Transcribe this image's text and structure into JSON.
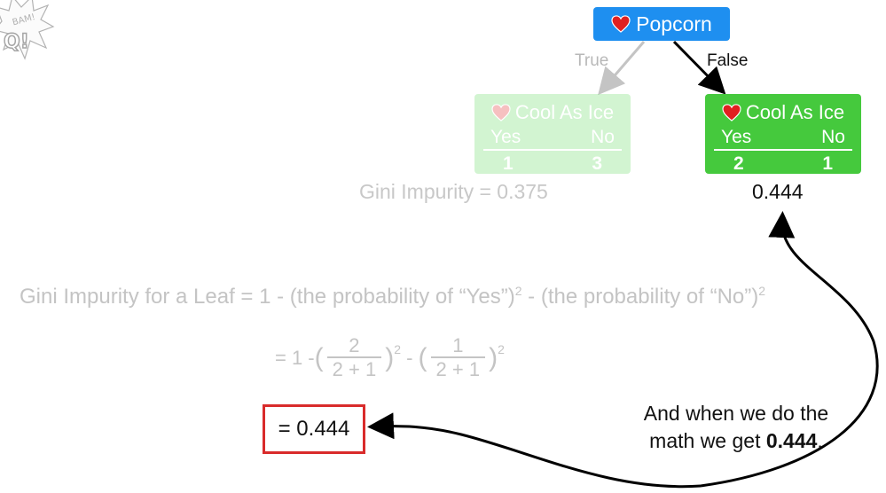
{
  "logo": {
    "icon": "bam-comic-burst-icon"
  },
  "root": {
    "label": "Popcorn",
    "icon": "heart-icon",
    "color": "#1e8ff0"
  },
  "edges": {
    "true_label": "True",
    "false_label": "False"
  },
  "leaf_left": {
    "title": "Cool As Ice",
    "yes_label": "Yes",
    "no_label": "No",
    "yes_count": "1",
    "no_count": "3"
  },
  "leaf_right": {
    "title": "Cool As Ice",
    "yes_label": "Yes",
    "no_label": "No",
    "yes_count": "2",
    "no_count": "1",
    "color": "#45c93d"
  },
  "gini_left": "Gini Impurity = 0.375",
  "value_right": "0.444",
  "formula": {
    "part1": "Gini Impurity for a Leaf = 1 - (the probability of “Yes”)",
    "sup": "2",
    "part2": " - (the probability of “No”)"
  },
  "equation": {
    "lead": "= 1 - ",
    "frac1_num": "2",
    "frac1_den": "2 + 1",
    "mid": " - ",
    "frac2_num": "1",
    "frac2_den": "2 + 1",
    "sup": "2"
  },
  "result": "= 0.444",
  "caption": {
    "line1": "And when we do the",
    "line2_prefix": "math we get ",
    "line2_bold": "0.444",
    "line2_suffix": "."
  },
  "colors": {
    "result_border": "#d92b2b",
    "faded_text": "#c4c4c4"
  }
}
